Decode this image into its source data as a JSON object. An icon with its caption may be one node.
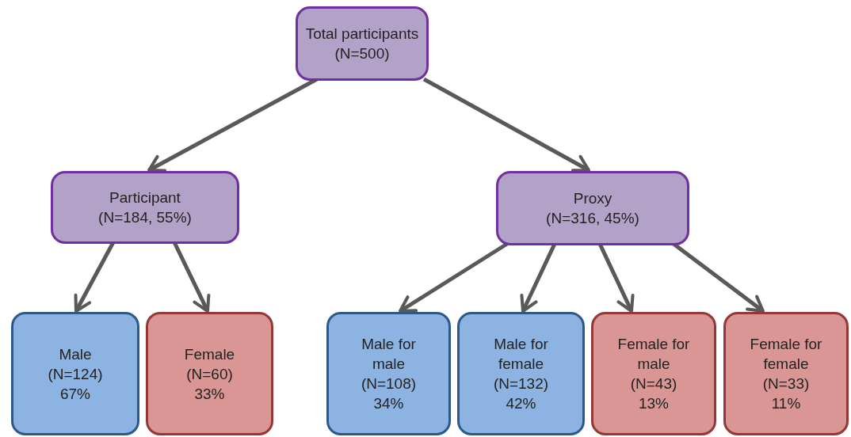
{
  "diagram": {
    "nodes": [
      {
        "text": [
          "Total participants",
          "(N=500)"
        ]
      },
      {
        "text": [
          "Participant",
          "(N=184, 55%)"
        ]
      },
      {
        "text": [
          "Proxy",
          "(N=316, 45%)"
        ]
      },
      {
        "text": [
          "Male",
          "(N=124)",
          "67%"
        ]
      },
      {
        "text": [
          "Female",
          "(N=60)",
          "33%"
        ]
      },
      {
        "text": [
          "Male for male",
          "(N=108)",
          "34%"
        ]
      },
      {
        "text": [
          "Male for female",
          "(N=132)",
          "42%"
        ]
      },
      {
        "text": [
          "Female for male",
          "(N=43)",
          "13%"
        ]
      },
      {
        "text": [
          "Female for female",
          "(N=33)",
          "11%"
        ]
      }
    ],
    "edges": [
      {
        "from": 0,
        "to": 1,
        "arrow": "to"
      },
      {
        "from": 0,
        "to": 2,
        "arrow": "to"
      },
      {
        "from": 1,
        "to": 3,
        "arrow": "to"
      },
      {
        "from": 1,
        "to": 4,
        "arrow": "to"
      },
      {
        "from": 2,
        "to": 5,
        "arrow": "to"
      },
      {
        "from": 2,
        "to": 6,
        "arrow": "to"
      },
      {
        "from": 2,
        "to": 7,
        "arrow": "to"
      },
      {
        "from": 2,
        "to": 8,
        "arrow": "to"
      }
    ]
  }
}
